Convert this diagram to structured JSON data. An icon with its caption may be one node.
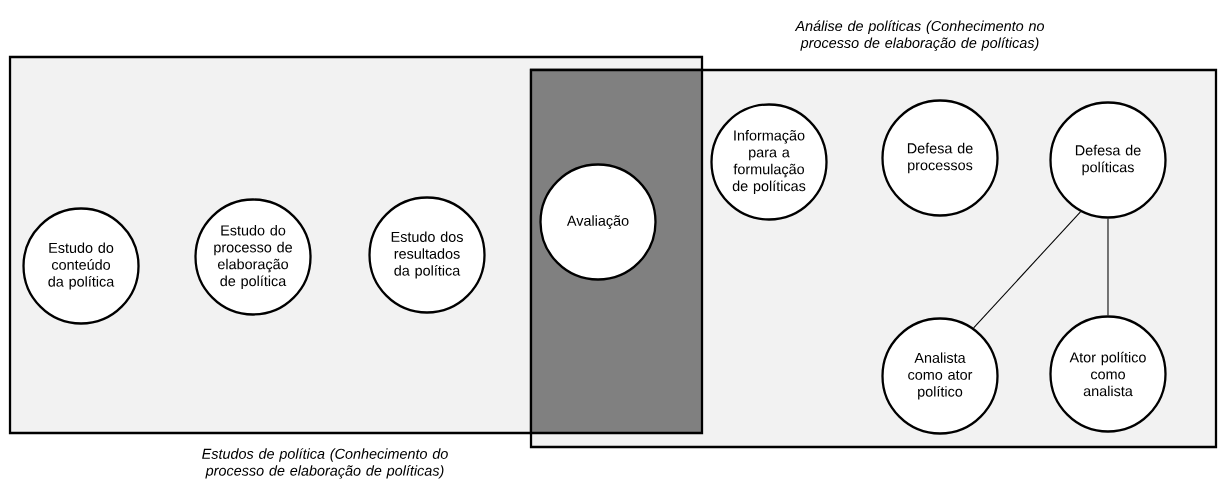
{
  "diagram": {
    "nodes": [
      {
        "text": [
          "Estudos de política (Conhecimento do processo de elaboração de políticas)"
        ]
      },
      {
        "text": [
          "Estudo do conteúdo da política"
        ],
        "in": 0
      },
      {
        "text": [
          "Estudo do processo de elaboração de política"
        ],
        "in": 0
      },
      {
        "text": [
          "Estudo dos resultados da política"
        ],
        "in": 0
      },
      {
        "text": [],
        "shape": "box"
      },
      {
        "text": [
          "Avaliação"
        ],
        "in": 4
      },
      {
        "text": [
          "Análise de políticas (Conhecimento no processo de elaboração de políticas)"
        ]
      },
      {
        "text": [
          "Informação para a formulação de políticas"
        ],
        "in": 6
      },
      {
        "text": [
          "Defesa de processos"
        ],
        "in": 6
      },
      {
        "text": [
          "Defesa de políticas"
        ],
        "in": 6
      },
      {
        "text": [
          "Analista como ator político"
        ],
        "in": 6
      },
      {
        "text": [
          "Ator político como analista"
        ],
        "in": 6
      }
    ],
    "edges": [
      {
        "from": 9,
        "to": 10,
        "arrow": "none"
      },
      {
        "from": 9,
        "to": 11,
        "arrow": "none"
      }
    ]
  }
}
